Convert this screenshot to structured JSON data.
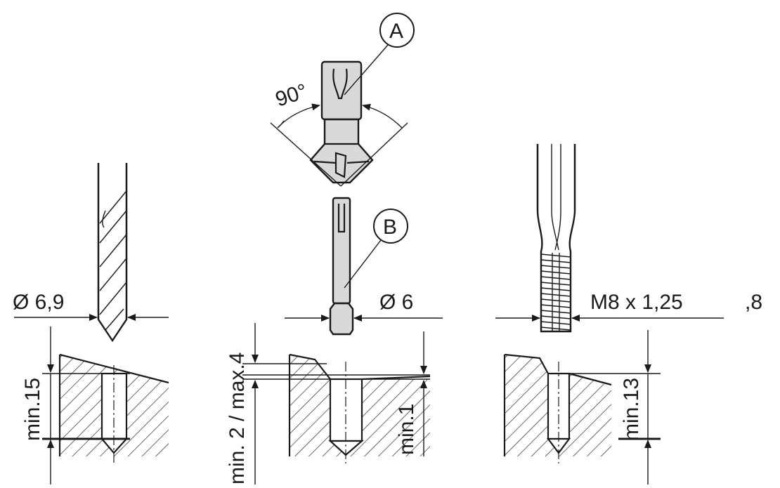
{
  "labels": {
    "callout_a": "A",
    "callout_b": "B",
    "angle": "90°",
    "drill_diameter": "Ø 6,9",
    "pin_diameter": "Ø 6",
    "thread": "M8 x 1,25",
    "stray_text": ",8",
    "drill_depth": "min.15",
    "countersink_depth": "min. 2 / max.4",
    "pin_depth": "min.1",
    "thread_depth": "min.13"
  }
}
